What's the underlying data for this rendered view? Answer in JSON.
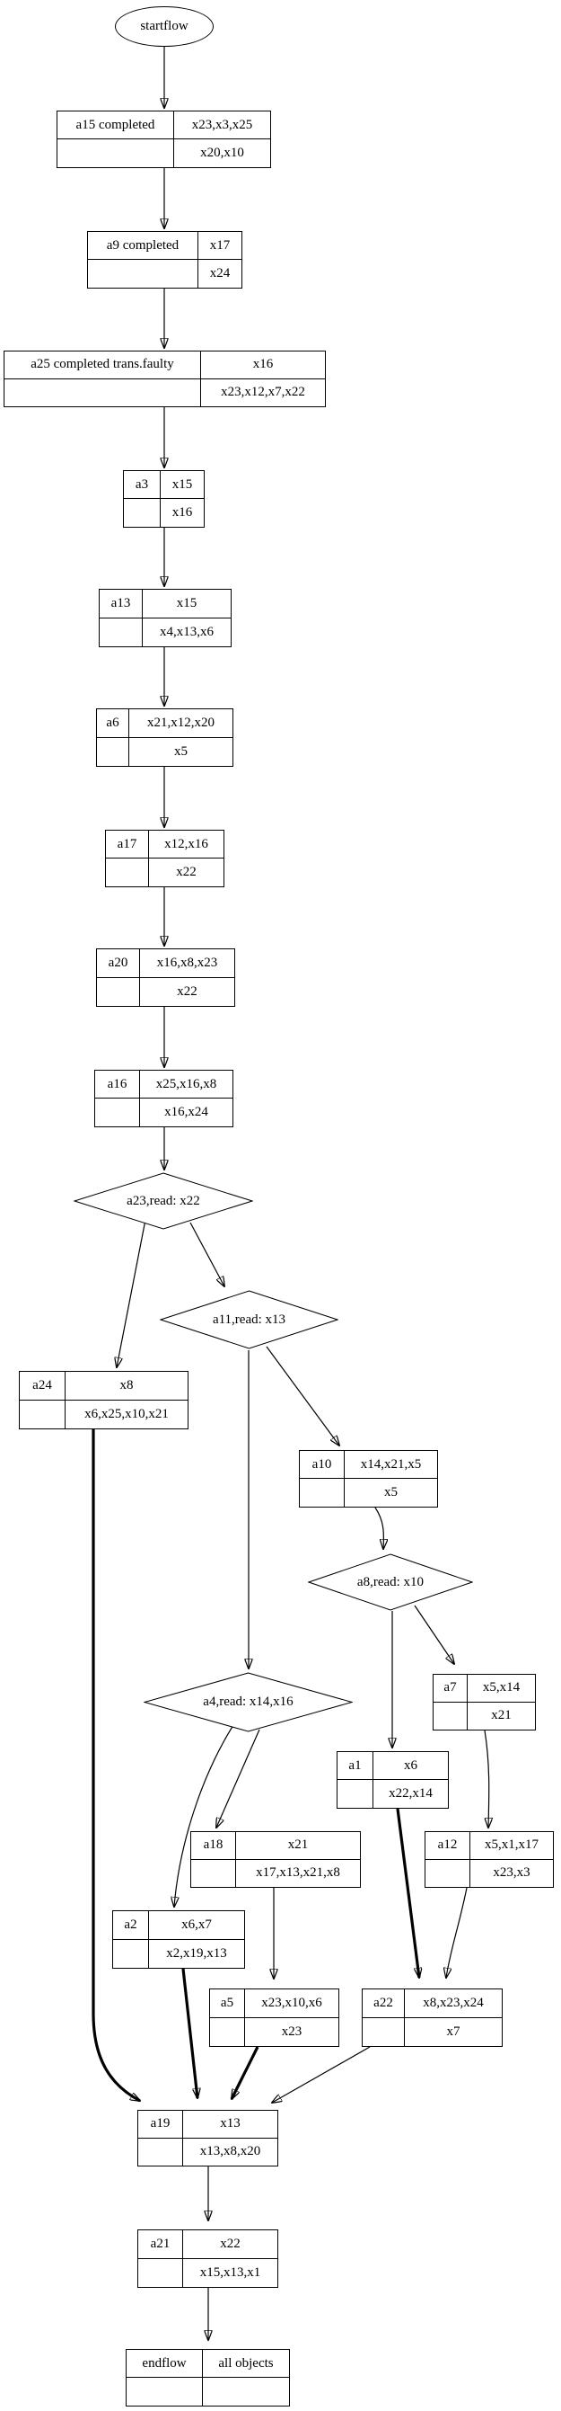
{
  "diagram": {
    "start": {
      "label": "startflow"
    },
    "nodes": {
      "a15": {
        "label": "a15 completed",
        "top_right": "x23,x3,x25",
        "bottom_right": "x20,x10"
      },
      "a9": {
        "label": "a9 completed",
        "top_right": "x17",
        "bottom_right": "x24"
      },
      "a25": {
        "label": "a25 completed trans.faulty",
        "top_right": "x16",
        "bottom_right": "x23,x12,x7,x22"
      },
      "a3": {
        "label": "a3",
        "top_right": "x15",
        "bottom_right": "x16"
      },
      "a13": {
        "label": "a13",
        "top_right": "x15",
        "bottom_right": "x4,x13,x6"
      },
      "a6": {
        "label": "a6",
        "top_right": "x21,x12,x20",
        "bottom_right": "x5"
      },
      "a17": {
        "label": "a17",
        "top_right": "x12,x16",
        "bottom_right": "x22"
      },
      "a20": {
        "label": "a20",
        "top_right": "x16,x8,x23",
        "bottom_right": "x22"
      },
      "a16": {
        "label": "a16",
        "top_right": "x25,x16,x8",
        "bottom_right": "x16,x24"
      },
      "a24": {
        "label": "a24",
        "top_right": "x8",
        "bottom_right": "x6,x25,x10,x21"
      },
      "a10": {
        "label": "a10",
        "top_right": "x14,x21,x5",
        "bottom_right": "x5"
      },
      "a7": {
        "label": "a7",
        "top_right": "x5,x14",
        "bottom_right": "x21"
      },
      "a1": {
        "label": "a1",
        "top_right": "x6",
        "bottom_right": "x22,x14"
      },
      "a18": {
        "label": "a18",
        "top_right": "x21",
        "bottom_right": "x17,x13,x21,x8"
      },
      "a12": {
        "label": "a12",
        "top_right": "x5,x1,x17",
        "bottom_right": "x23,x3"
      },
      "a2": {
        "label": "a2",
        "top_right": "x6,x7",
        "bottom_right": "x2,x19,x13"
      },
      "a5": {
        "label": "a5",
        "top_right": "x23,x10,x6",
        "bottom_right": "x23"
      },
      "a22": {
        "label": "a22",
        "top_right": "x8,x23,x24",
        "bottom_right": "x7"
      },
      "a19": {
        "label": "a19",
        "top_right": "x13",
        "bottom_right": "x13,x8,x20"
      },
      "a21": {
        "label": "a21",
        "top_right": "x22",
        "bottom_right": "x15,x13,x1"
      },
      "endflow": {
        "label": "endflow",
        "top_right": "all objects",
        "bottom_right": ""
      }
    },
    "decisions": {
      "a23": {
        "label": "a23,read: x22"
      },
      "a11": {
        "label": "a11,read: x13"
      },
      "a8": {
        "label": "a8,read: x10"
      },
      "a4": {
        "label": "a4,read: x14,x16"
      }
    },
    "edges": [
      {
        "from": "startflow",
        "to": "a15",
        "weight": "normal"
      },
      {
        "from": "a15",
        "to": "a9",
        "weight": "normal"
      },
      {
        "from": "a9",
        "to": "a25",
        "weight": "normal"
      },
      {
        "from": "a25",
        "to": "a3",
        "weight": "normal"
      },
      {
        "from": "a3",
        "to": "a13",
        "weight": "normal"
      },
      {
        "from": "a13",
        "to": "a6",
        "weight": "normal"
      },
      {
        "from": "a6",
        "to": "a17",
        "weight": "normal"
      },
      {
        "from": "a17",
        "to": "a20",
        "weight": "normal"
      },
      {
        "from": "a20",
        "to": "a16",
        "weight": "normal"
      },
      {
        "from": "a16",
        "to": "a23",
        "weight": "normal"
      },
      {
        "from": "a23",
        "to": "a24",
        "weight": "normal"
      },
      {
        "from": "a23",
        "to": "a11",
        "weight": "normal"
      },
      {
        "from": "a11",
        "to": "a10",
        "weight": "normal"
      },
      {
        "from": "a11",
        "to": "a4",
        "weight": "normal"
      },
      {
        "from": "a10",
        "to": "a8",
        "weight": "normal"
      },
      {
        "from": "a8",
        "to": "a7",
        "weight": "normal"
      },
      {
        "from": "a8",
        "to": "a1",
        "weight": "normal"
      },
      {
        "from": "a7",
        "to": "a12",
        "weight": "normal"
      },
      {
        "from": "a1",
        "to": "a22",
        "weight": "bold"
      },
      {
        "from": "a12",
        "to": "a22",
        "weight": "normal"
      },
      {
        "from": "a4",
        "to": "a18",
        "weight": "normal"
      },
      {
        "from": "a4",
        "to": "a2",
        "weight": "normal"
      },
      {
        "from": "a18",
        "to": "a5",
        "weight": "normal"
      },
      {
        "from": "a24",
        "to": "a19",
        "weight": "bold"
      },
      {
        "from": "a2",
        "to": "a19",
        "weight": "bold"
      },
      {
        "from": "a5",
        "to": "a19",
        "weight": "bold"
      },
      {
        "from": "a22",
        "to": "a19",
        "weight": "normal"
      },
      {
        "from": "a19",
        "to": "a21",
        "weight": "normal"
      },
      {
        "from": "a21",
        "to": "endflow",
        "weight": "normal"
      }
    ]
  }
}
